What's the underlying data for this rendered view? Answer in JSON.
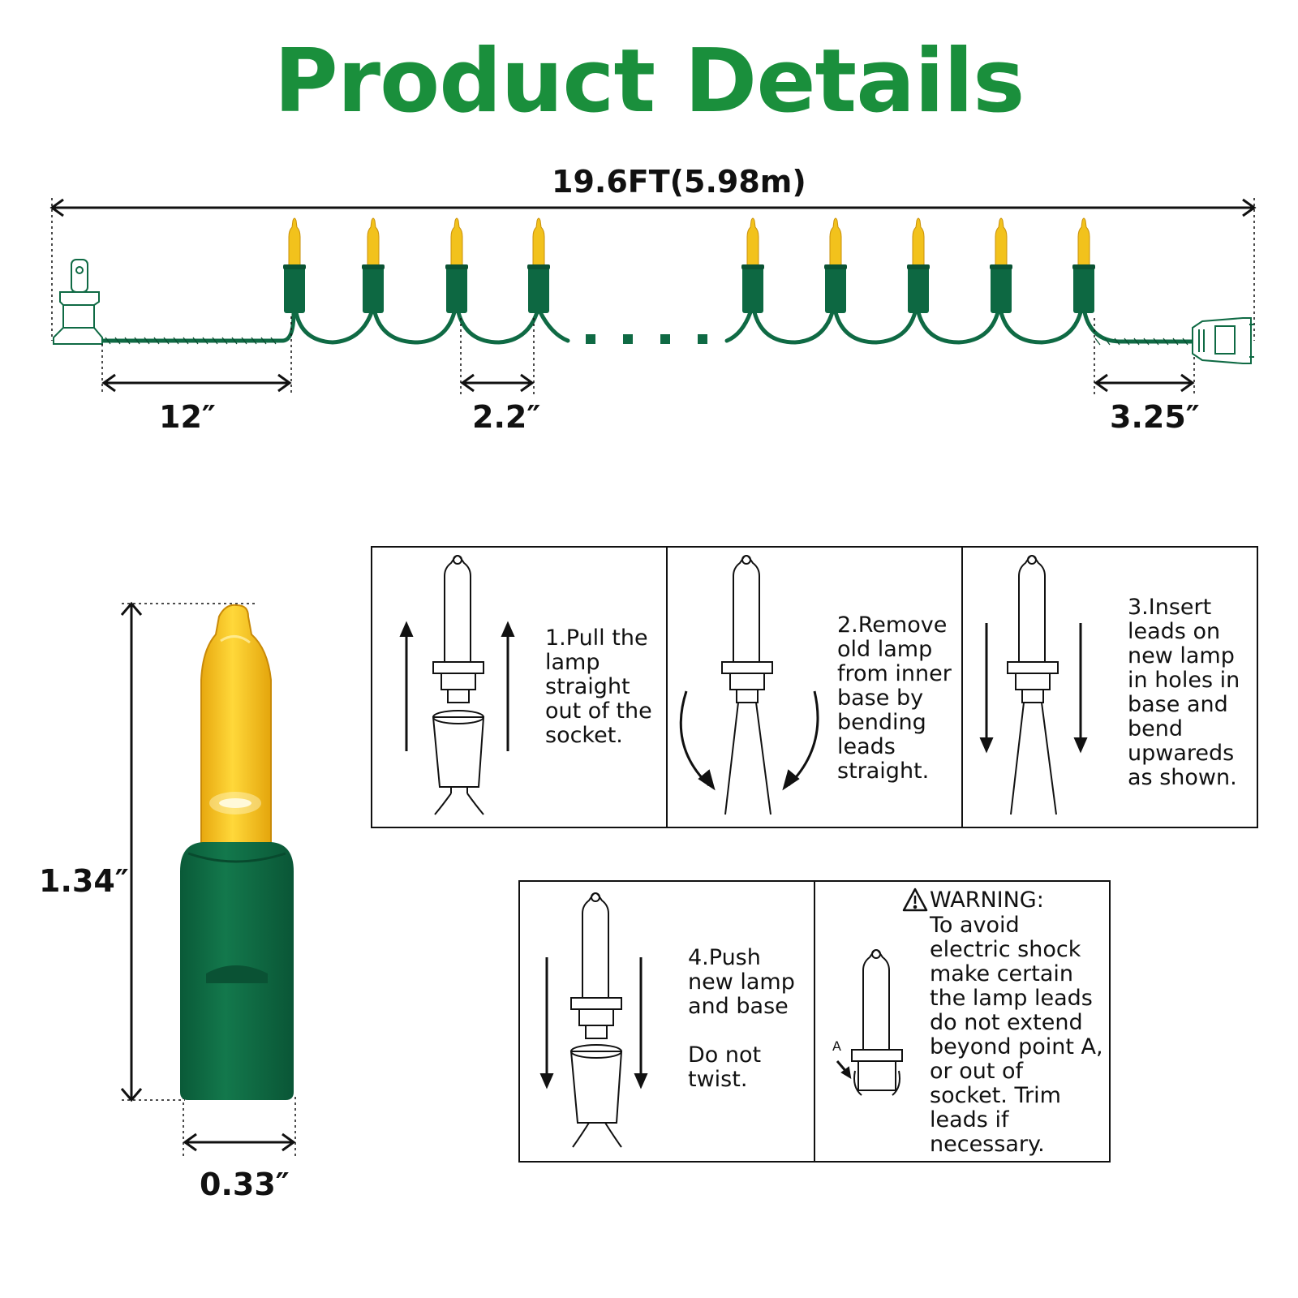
{
  "title": "Product Details",
  "colors": {
    "title": "#1a8f3c",
    "wire": "#0f6a44",
    "bulb": "#f2c21c",
    "base": "#0d6842"
  },
  "string_lights": {
    "total_length": "19.6FT(5.98m)",
    "lead_in": "12″",
    "bulb_spacing": "2.2″",
    "end_lead": "3.25″",
    "left_plug_icon": "male-plug-icon",
    "right_plug_icon": "female-plug-icon"
  },
  "bulb": {
    "height": "1.34″",
    "width": "0.33″"
  },
  "steps": [
    {
      "text": "1.Pull the\nlamp\nstraight\nout of the\nsocket.",
      "icon": "pull-lamp-icon"
    },
    {
      "text": "2.Remove\nold lamp\nfrom inner\nbase by\nbending\nleads\nstraight.",
      "icon": "remove-lamp-icon"
    },
    {
      "text": "3.Insert\nleads on\nnew lamp\nin holes in\nbase and\nbend\nupwareds\nas shown.",
      "icon": "insert-leads-icon"
    },
    {
      "text": "4.Push\nnew lamp\nand base\n\nDo not\ntwist.",
      "icon": "push-lamp-icon"
    }
  ],
  "warning": {
    "heading": "WARNING:",
    "text": "To avoid\nelectric shock\nmake certain\nthe lamp leads\ndo not extend\nbeyond point A,\nor out of\nsocket. Trim\nleads if\nnecessary.",
    "point_label": "A",
    "icon": "warning-triangle-icon"
  }
}
